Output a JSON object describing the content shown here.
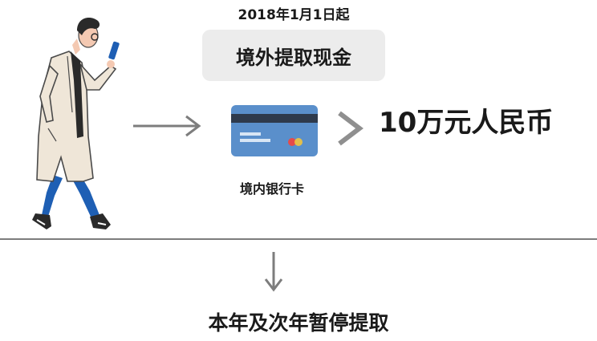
{
  "header": {
    "date_text": "2018年1月1日起",
    "title": "境外提取现金"
  },
  "flow": {
    "limit_text": "10万元人民币",
    "card_label": "境内银行卡",
    "result_text": "本年及次年暂停提取"
  },
  "icons": {
    "person": "walking-person-with-phone-icon",
    "arrow_right": "arrow-right-icon",
    "card": "bank-card-icon",
    "greater_than": "greater-than-icon",
    "arrow_down": "arrow-down-icon"
  },
  "colors": {
    "card_blue": "#5a8fcb",
    "card_stripe": "#2e3a4c",
    "arrow_gray": "#7d7d7d",
    "box_bg": "#ececec",
    "coat": "#efe6d8",
    "jeans": "#1e5fb4"
  }
}
